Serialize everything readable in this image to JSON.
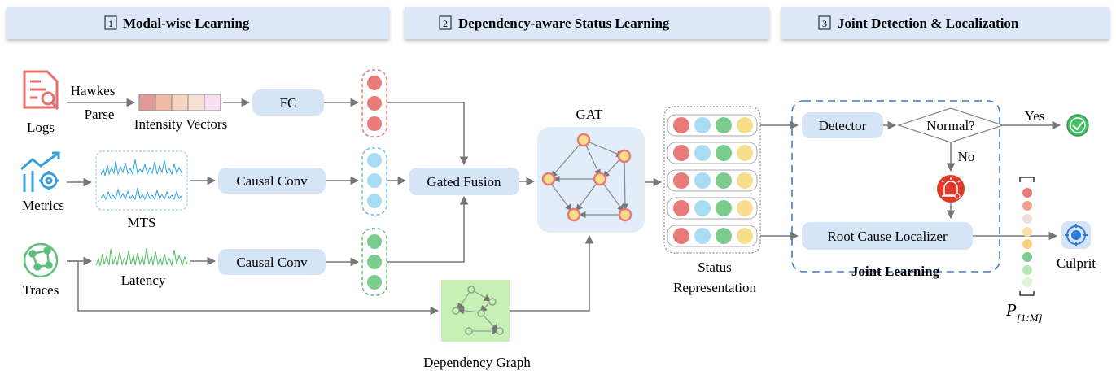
{
  "stages": [
    {
      "num": "1",
      "title": "Modal-wise Learning"
    },
    {
      "num": "2",
      "title": "Dependency-aware Status Learning"
    },
    {
      "num": "3",
      "title": "Joint Detection & Localization"
    }
  ],
  "inputs": {
    "logs": "Logs",
    "metrics": "Metrics",
    "traces": "Traces"
  },
  "log_branch": {
    "hawkes": "Hawkes",
    "parse": "Parse",
    "intensity": "Intensity Vectors",
    "fc": "FC"
  },
  "metric_branch": {
    "mts": "MTS",
    "causal_conv": "Causal Conv"
  },
  "trace_branch": {
    "latency": "Latency",
    "causal_conv": "Causal Conv"
  },
  "fusion": "Gated Fusion",
  "gat": "GAT",
  "dependency_graph": "Dependency Graph",
  "status": {
    "line1": "Status",
    "line2": "Representation"
  },
  "detection": {
    "detector": "Detector",
    "normal": "Normal?",
    "yes": "Yes",
    "no": "No",
    "localizer": "Root Cause Localizer",
    "joint": "Joint Learning",
    "culprit": "Culprit",
    "prob_main": "P",
    "prob_sub": "[1:M]"
  },
  "colors": {
    "stage_bg": "#dce8f8",
    "box_bg": "#d6e4f7",
    "log_red": "#e87a7a",
    "metric_blue": "#a9dcf2",
    "trace_green": "#7ccc8e",
    "status_yellow": "#f7de8c",
    "joint_border": "#3d7cc9",
    "gat_bg": "#e1edf9",
    "dep_bg": "#c9f0b4"
  }
}
